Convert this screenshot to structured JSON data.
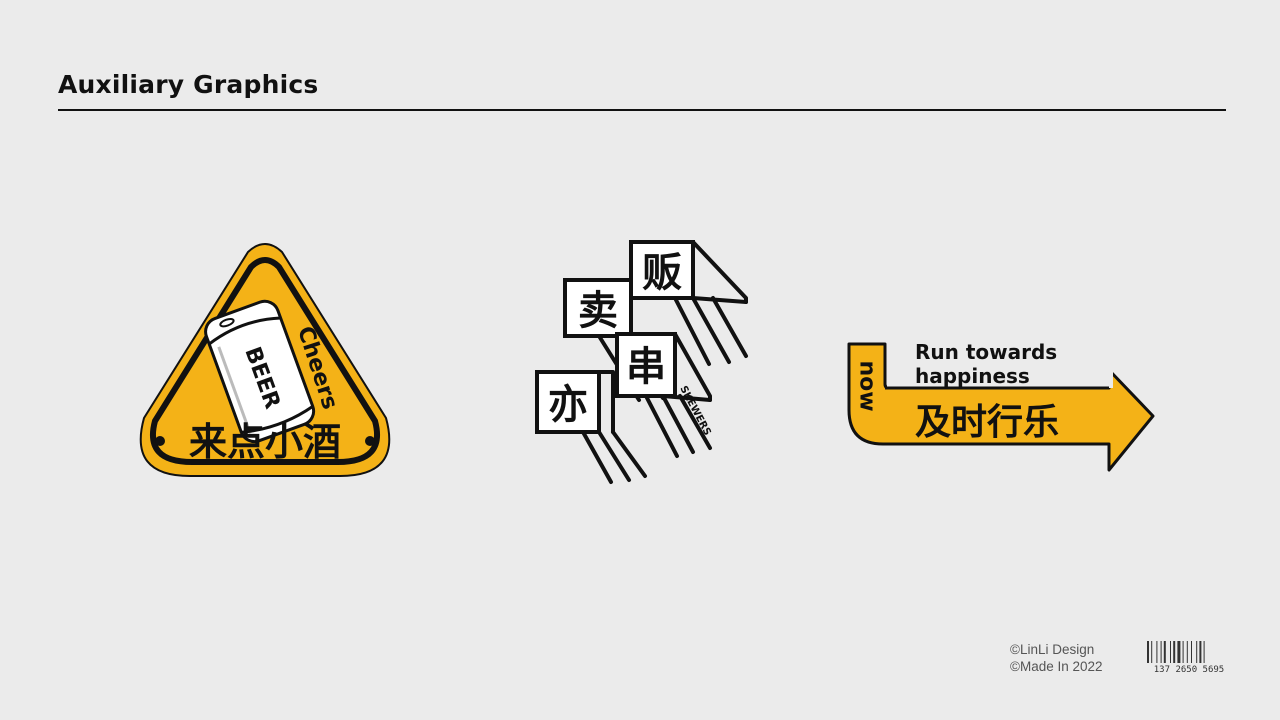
{
  "page": {
    "title": "Auxiliary Graphics"
  },
  "colors": {
    "background": "#ebebeb",
    "accent": "#f4b217",
    "ink": "#111111",
    "white": "#ffffff"
  },
  "badge_triangle": {
    "icon": "beer-can-icon",
    "arc_text": "Cheers",
    "can_text": "BEER",
    "chinese_text": "来点小酒"
  },
  "skewers_stack": {
    "chars": [
      "贩",
      "卖",
      "串",
      "亦"
    ],
    "side_text": "SKEWERS"
  },
  "arrow_sign": {
    "vertical_text": "now",
    "line1": "Run towards",
    "line2": "happiness",
    "chinese_text": "及时行乐"
  },
  "footer": {
    "credit1": "©LinLi Design",
    "credit2": "©Made In 2022",
    "barcode_number": "137 2650 5695"
  }
}
